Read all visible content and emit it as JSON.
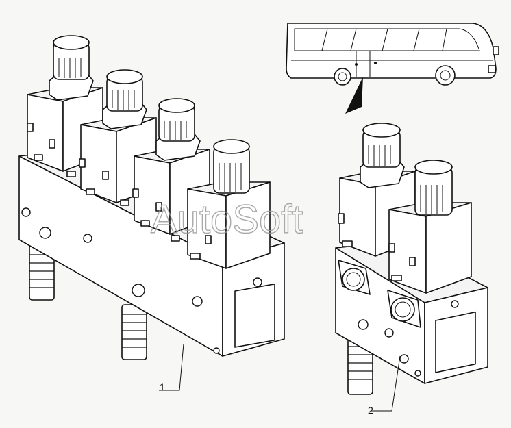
{
  "watermark": "AutoSoft",
  "callouts": [
    {
      "id": "1",
      "label": "1"
    },
    {
      "id": "2",
      "label": "2"
    }
  ]
}
